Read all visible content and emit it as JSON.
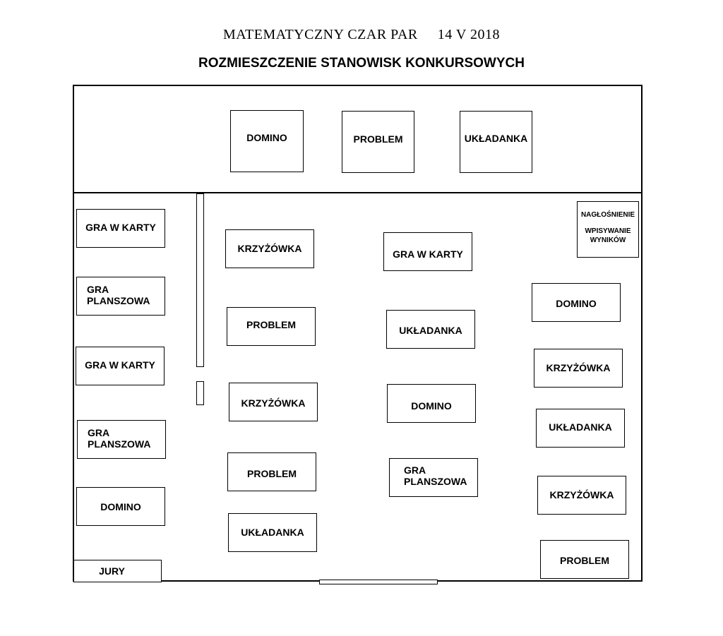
{
  "header": {
    "event": "MATEMATYCZNY CZAR PAR",
    "date": "14 V 2018",
    "subtitle": "ROZMIESZCZENIE STANOWISK KONKURSOWYCH"
  },
  "top_row": [
    "DOMINO",
    "PROBLEM",
    "UKŁADANKA"
  ],
  "left_column": [
    "GRA W KARTY",
    "GRA PLANSZOWA",
    "GRA W KARTY",
    "GRA PLANSZOWA",
    "DOMINO",
    "JURY"
  ],
  "center_left_column": [
    "KRZYŻÓWKA",
    "PROBLEM",
    "KRZYŻÓWKA",
    "PROBLEM",
    "UKŁADANKA"
  ],
  "center_right_column": [
    "GRA W KARTY",
    "UKŁADANKA",
    "DOMINO",
    "GRA PLANSZOWA"
  ],
  "right_column": [
    "DOMINO",
    "KRZYŻÓWKA",
    "UKŁADANKA",
    "KRZYŻÓWKA",
    "PROBLEM"
  ],
  "sound_station": {
    "line1": "NAGŁOŚNIENIE",
    "line2": "WPISYWANIE",
    "line3": "WYNIKÓW"
  }
}
